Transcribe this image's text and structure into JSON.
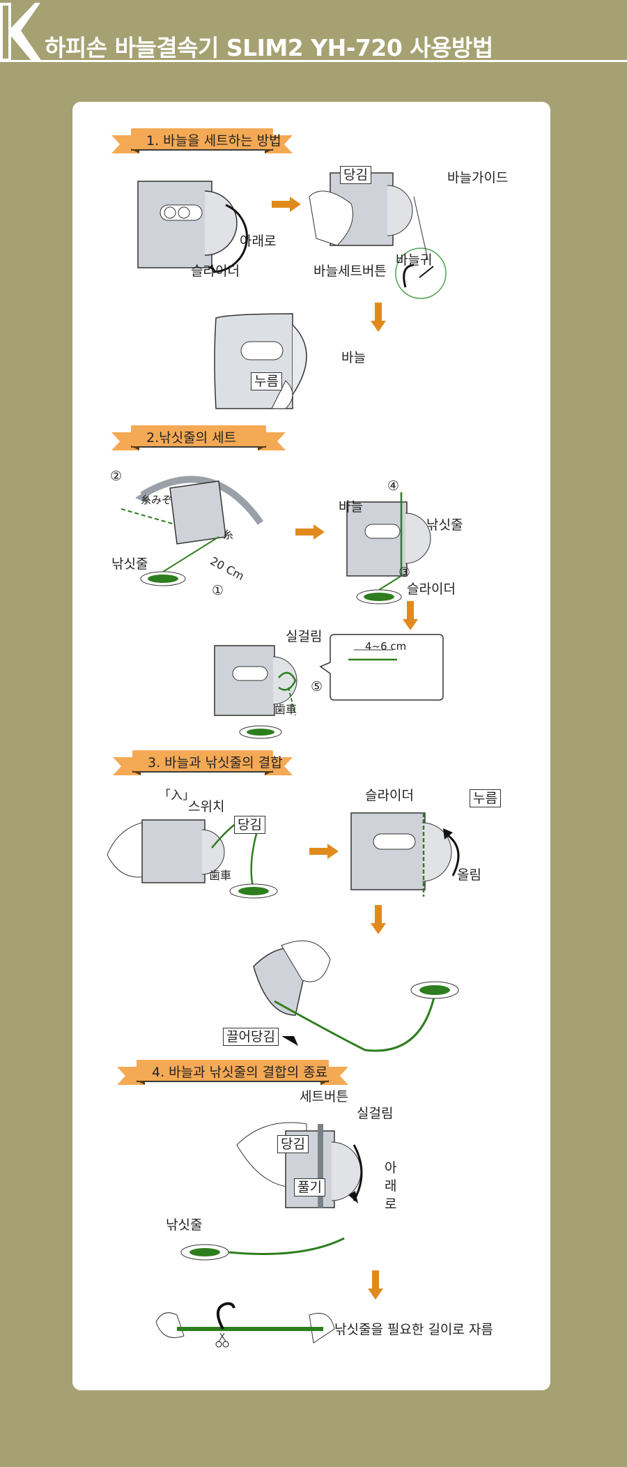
{
  "header": {
    "title": "하피손 바늘결속기 SLIM2 YH-720 사용방법"
  },
  "colors": {
    "background": "#a5a172",
    "banner": "#f4a955",
    "arrow": "#e08a1e",
    "line": "#2e7d1e"
  },
  "steps": [
    {
      "title": "1. 바늘을 세트하는 방법",
      "labels": {
        "down": "아래로",
        "slider": "슬라이더",
        "pull": "당김",
        "needle_guide": "바늘가이드",
        "needle_set_button": "바늘세트버튼",
        "needle_ear": "바늘귀",
        "needle": "바늘",
        "press": "누름"
      }
    },
    {
      "title": "2.낚싯줄의 세트",
      "labels": {
        "n2": "②",
        "groove": "糸みぞ",
        "thread": "糸",
        "line": "낚싯줄",
        "length": "20 Cm",
        "n1": "①",
        "n4": "④",
        "needle": "바늘",
        "line2": "낚싯줄",
        "n3": "③",
        "slider": "슬라이더",
        "hook": "실걸림",
        "gap": "4~6 cm",
        "n5": "⑤",
        "gear": "歯車"
      }
    },
    {
      "title": "3. 바늘과 낚싯줄의 결합",
      "labels": {
        "on": "「入」",
        "switch": "스위치",
        "pull": "당김",
        "gear": "歯車",
        "slider": "슬라이더",
        "press": "누름",
        "raise": "올림",
        "drag": "끌어당김"
      }
    },
    {
      "title": "4. 바늘과 낚싯줄의 결합의 종료",
      "labels": {
        "set_button": "세트버튼",
        "hook": "실걸림",
        "pull": "당김",
        "down": "아\n래\n로",
        "release": "풀기",
        "line": "낚싯줄",
        "cut": "낚싯줄을 필요한 길이로 자름"
      }
    }
  ]
}
